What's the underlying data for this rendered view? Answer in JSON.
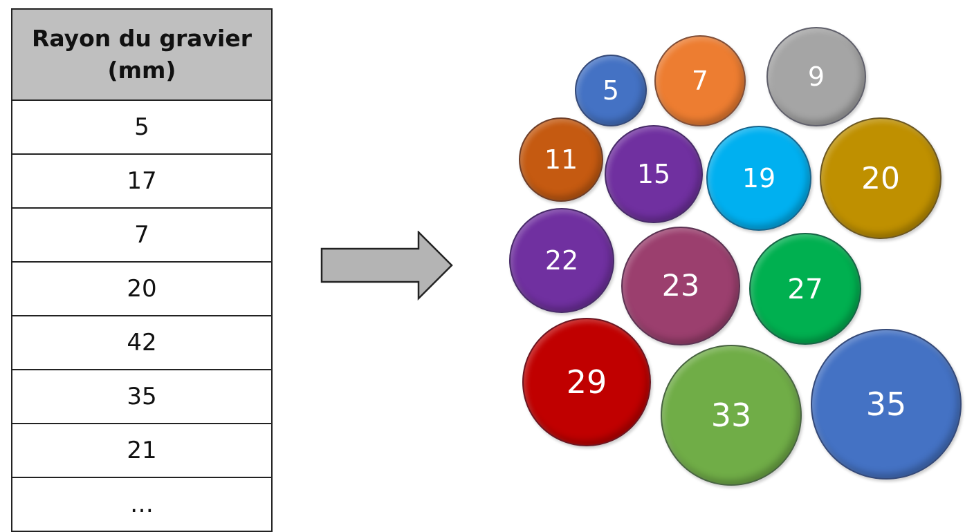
{
  "table": {
    "header_line1": "Rayon du gravier",
    "header_line2": "(mm)",
    "rows": [
      "5",
      "17",
      "7",
      "20",
      "42",
      "35",
      "21",
      "…"
    ]
  },
  "arrow": {
    "icon": "right-arrow-icon",
    "color": "#b4b4b4"
  },
  "circles": [
    {
      "label": "5",
      "color": "#4472c4"
    },
    {
      "label": "7",
      "color": "#ed7d31"
    },
    {
      "label": "9",
      "color": "#a5a5a5"
    },
    {
      "label": "11",
      "color": "#c55a11"
    },
    {
      "label": "15",
      "color": "#7030a0"
    },
    {
      "label": "19",
      "color": "#00b0f0"
    },
    {
      "label": "20",
      "color": "#bf9000"
    },
    {
      "label": "22",
      "color": "#7030a0"
    },
    {
      "label": "23",
      "color": "#9b3f6e"
    },
    {
      "label": "27",
      "color": "#00b050"
    },
    {
      "label": "29",
      "color": "#c00000"
    },
    {
      "label": "33",
      "color": "#70ad47"
    },
    {
      "label": "35",
      "color": "#4472c4"
    }
  ]
}
